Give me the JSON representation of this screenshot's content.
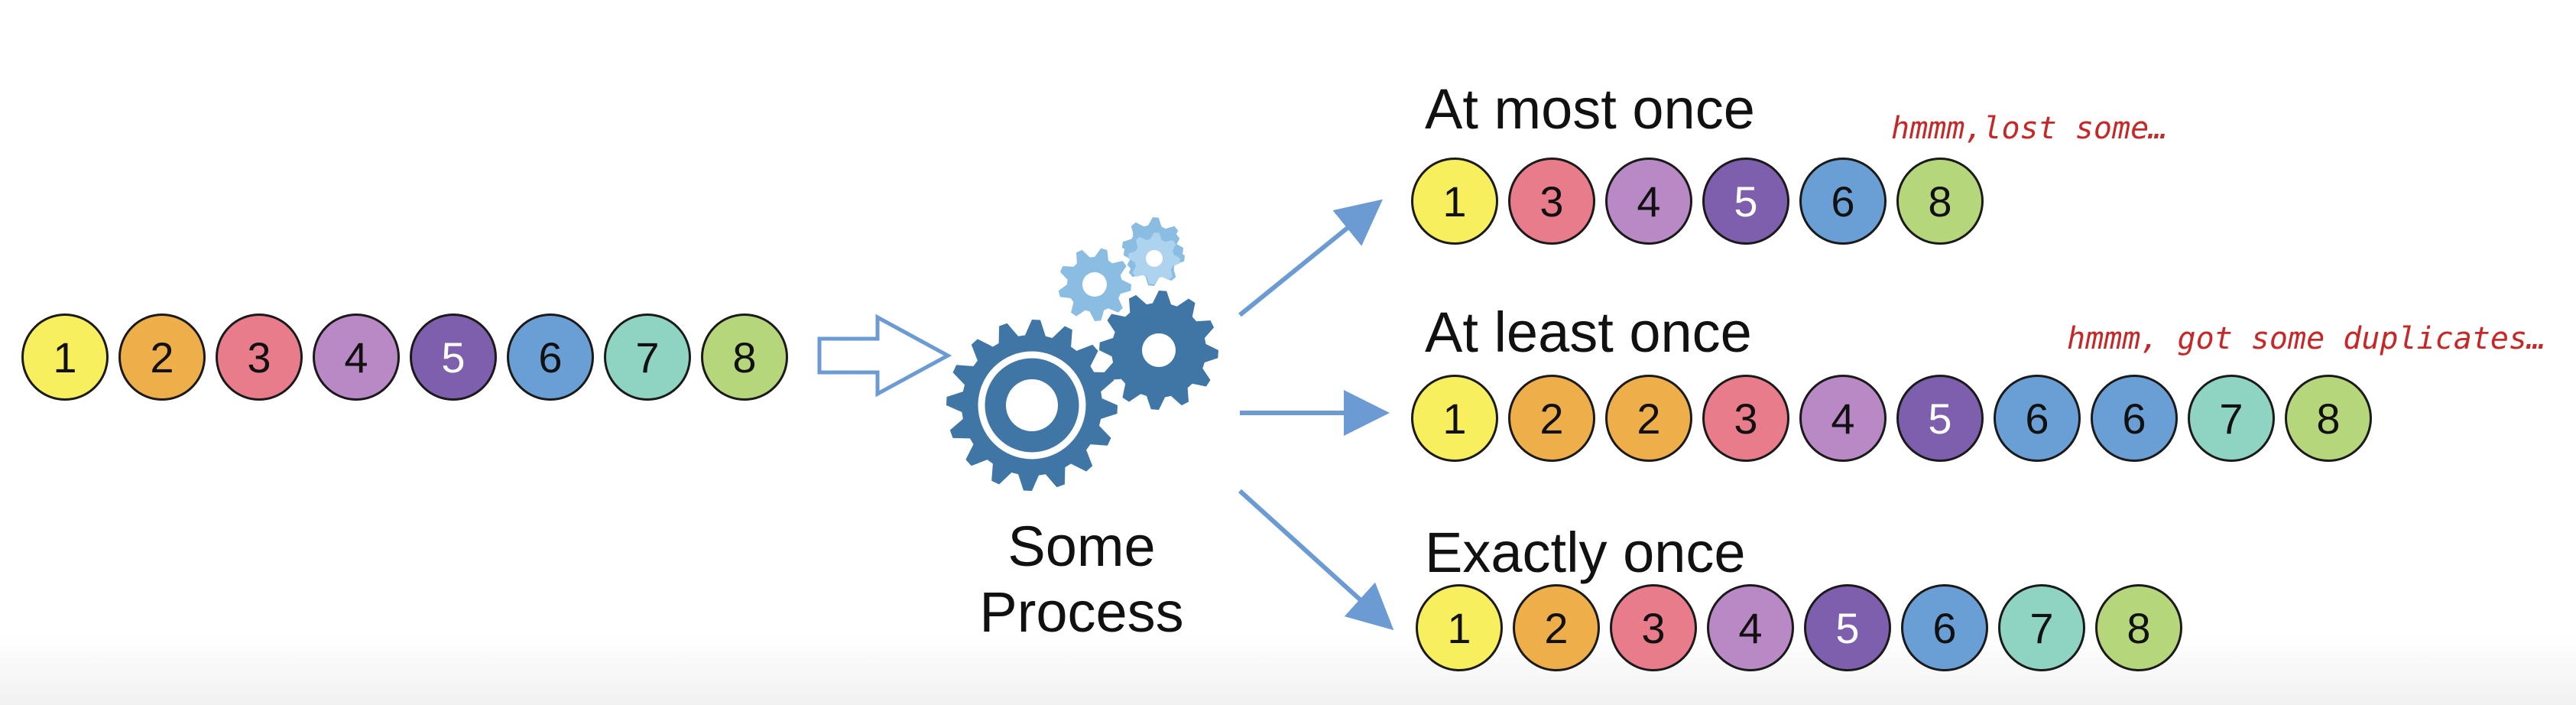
{
  "colors": {
    "1": "#f7ef5e",
    "2": "#eeae4a",
    "3": "#e87c8b",
    "4": "#b889c4",
    "5": "#7e5fad",
    "6": "#6a9fd6",
    "7": "#8fd4c3",
    "8": "#b6d67c",
    "arrow": "#6b9bd2",
    "gear_dark": "#3f76a6",
    "gear_light": "#8bbde3",
    "note_red": "#c62828"
  },
  "input": {
    "balls": [
      "1",
      "2",
      "3",
      "4",
      "5",
      "6",
      "7",
      "8"
    ]
  },
  "process": {
    "label_line1": "Some",
    "label_line2": "Process"
  },
  "outputs": [
    {
      "heading": "At most once",
      "note": "hmmm,lost some…",
      "balls": [
        "1",
        "3",
        "4",
        "5",
        "6",
        "8"
      ]
    },
    {
      "heading": "At least once",
      "note": "hmmm, got some duplicates…",
      "balls": [
        "1",
        "2",
        "2",
        "3",
        "4",
        "5",
        "6",
        "6",
        "7",
        "8"
      ]
    },
    {
      "heading": "Exactly once",
      "note": "",
      "balls": [
        "1",
        "2",
        "3",
        "4",
        "5",
        "6",
        "7",
        "8"
      ]
    }
  ]
}
